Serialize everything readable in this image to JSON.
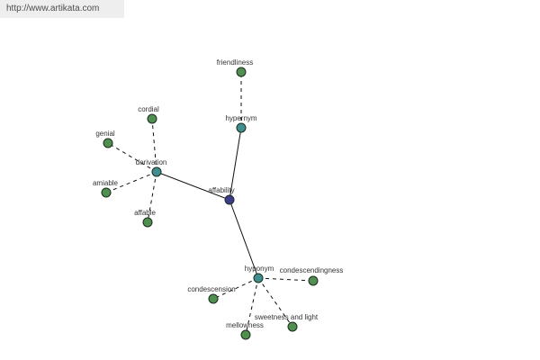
{
  "watermark": {
    "text": "http://www.artikata.com"
  },
  "colors": {
    "center": "#3c3c8c",
    "relation": "#3f8f8f",
    "leaf": "#4f8f4f",
    "edge": "#111111",
    "watermark_bg": "#eeeeee"
  },
  "graph": {
    "nodes": [
      {
        "id": "affability",
        "label": "affability",
        "kind": "center"
      },
      {
        "id": "hypernym",
        "label": "hypernym",
        "kind": "relation"
      },
      {
        "id": "derivation",
        "label": "derivation",
        "kind": "relation"
      },
      {
        "id": "hyponym",
        "label": "hyponym",
        "kind": "relation"
      },
      {
        "id": "friendliness",
        "label": "friendliness",
        "kind": "leaf"
      },
      {
        "id": "cordial",
        "label": "cordial",
        "kind": "leaf"
      },
      {
        "id": "genial",
        "label": "genial",
        "kind": "leaf"
      },
      {
        "id": "amiable",
        "label": "amiable",
        "kind": "leaf"
      },
      {
        "id": "affable",
        "label": "affable",
        "kind": "leaf"
      },
      {
        "id": "condescendingness",
        "label": "condescendingness",
        "kind": "leaf"
      },
      {
        "id": "condescension",
        "label": "condescension",
        "kind": "leaf"
      },
      {
        "id": "sweetness-and-light",
        "label": "sweetness and light",
        "kind": "leaf"
      },
      {
        "id": "mellowness",
        "label": "mellowness",
        "kind": "leaf"
      }
    ],
    "edges": [
      {
        "from": "affability",
        "to": "hypernym",
        "style": "solid"
      },
      {
        "from": "affability",
        "to": "derivation",
        "style": "solid"
      },
      {
        "from": "affability",
        "to": "hyponym",
        "style": "solid"
      },
      {
        "from": "hypernym",
        "to": "friendliness",
        "style": "dashed"
      },
      {
        "from": "derivation",
        "to": "cordial",
        "style": "dashed"
      },
      {
        "from": "derivation",
        "to": "genial",
        "style": "dashed"
      },
      {
        "from": "derivation",
        "to": "amiable",
        "style": "dashed"
      },
      {
        "from": "derivation",
        "to": "affable",
        "style": "dashed"
      },
      {
        "from": "hyponym",
        "to": "condescendingness",
        "style": "dashed"
      },
      {
        "from": "hyponym",
        "to": "condescension",
        "style": "dashed"
      },
      {
        "from": "hyponym",
        "to": "sweetness-and-light",
        "style": "dashed"
      },
      {
        "from": "hyponym",
        "to": "mellowness",
        "style": "dashed"
      }
    ]
  }
}
